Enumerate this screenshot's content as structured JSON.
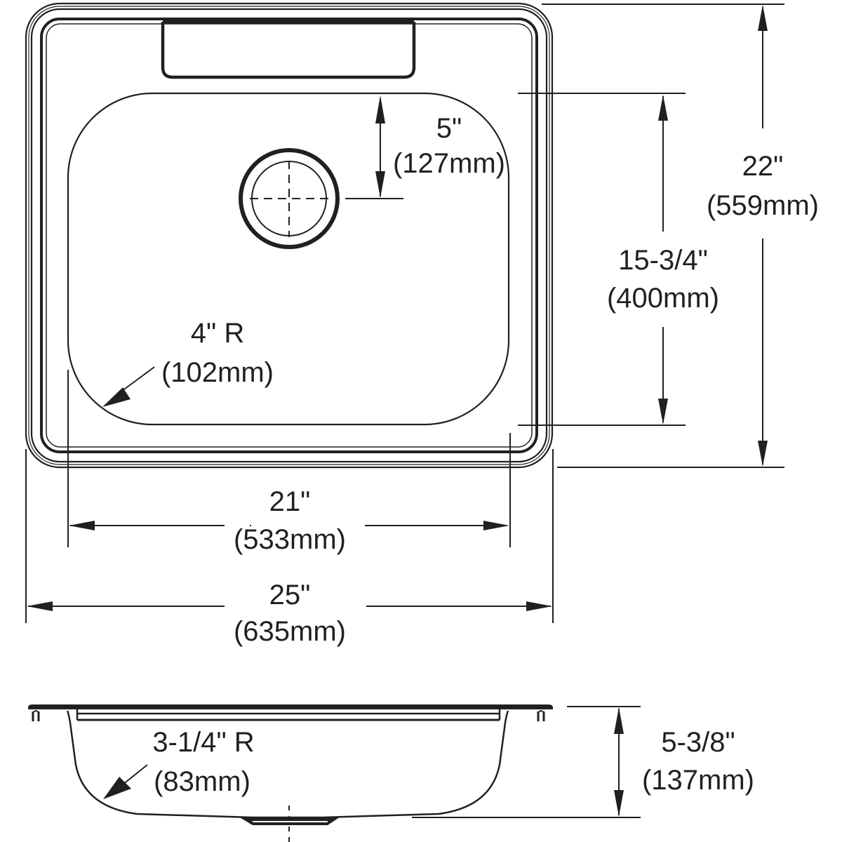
{
  "drawing": {
    "subject": "Single bowl drop-in sink",
    "line_color": "#231f20",
    "background": "#ffffff",
    "views": [
      {
        "name": "top-view"
      },
      {
        "name": "side-section-view"
      }
    ]
  },
  "dimensions": {
    "drain_offset": {
      "imperial": "5\"",
      "metric": "(127mm)"
    },
    "overall_depth": {
      "imperial": "22\"",
      "metric": "(559mm)"
    },
    "bowl_front_to_back": {
      "imperial": "15-3/4\"",
      "metric": "(400mm)"
    },
    "bowl_corner_radius": {
      "imperial": "4\" R",
      "metric": "(102mm)"
    },
    "bowl_width": {
      "imperial": "21\"",
      "metric": "(533mm)"
    },
    "overall_width": {
      "imperial": "25\"",
      "metric": "(635mm)"
    },
    "bottom_radius": {
      "imperial": "3-1/4\" R",
      "metric": "(83mm)"
    },
    "bowl_depth": {
      "imperial": "5-3/8\"",
      "metric": "(137mm)"
    }
  }
}
